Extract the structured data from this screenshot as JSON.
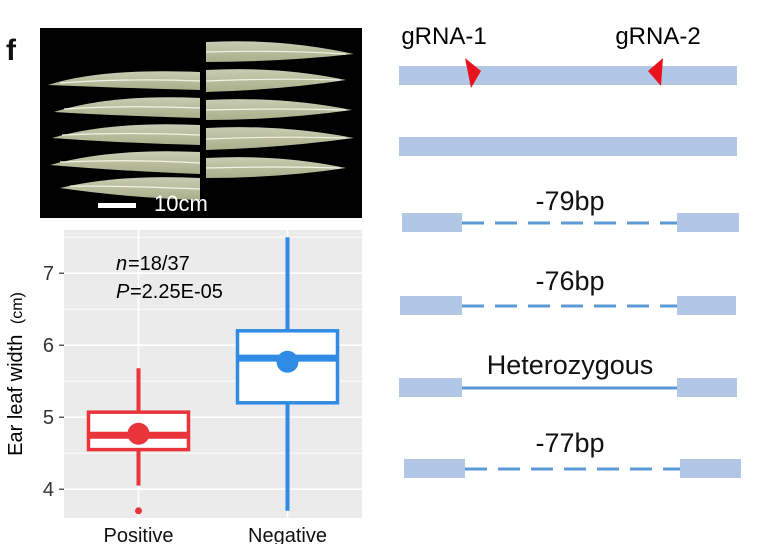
{
  "figure": {
    "panel_label": "f",
    "photo": {
      "scale_bar_label": "10cm"
    },
    "plot": {
      "ylabel_main": "Ear leaf width",
      "ylabel_unit": "(cm)",
      "annotation_n_label": "n",
      "annotation_n_value": "=18/37",
      "annotation_p_label": "P",
      "annotation_p_value": "=2.25E-05"
    },
    "diagram": {
      "grna1_label": "gRNA-1",
      "grna2_label": "gRNA-2",
      "alleles": [
        "",
        "-79bp",
        "-76bp",
        "Heterozygous",
        "-77bp"
      ]
    },
    "colors": {
      "positive": "#e8343a",
      "negative": "#2f8be3",
      "track": "#b2c6e6",
      "dash": "#5b9bd5",
      "grna_marker": "#e8131c",
      "panel_bg": "#ebebeb"
    }
  },
  "chart_data": {
    "type": "boxplot",
    "categories": [
      "Positive",
      "Negative"
    ],
    "ylabel": "Ear leaf width (cm)",
    "ylim": [
      3.6,
      7.6
    ],
    "yticks": [
      4,
      5,
      6,
      7
    ],
    "grid": true,
    "boxes": [
      {
        "name": "Positive",
        "whisker_low": 4.05,
        "q1": 4.55,
        "median": 4.75,
        "q3": 5.07,
        "whisker_high": 5.68,
        "mean": 4.77,
        "outliers": [
          3.7
        ]
      },
      {
        "name": "Negative",
        "whisker_low": 3.7,
        "q1": 5.2,
        "median": 5.82,
        "q3": 6.2,
        "whisker_high": 7.5,
        "mean": 5.77,
        "outliers": []
      }
    ],
    "annotations": [
      "n=18/37",
      "P=2.25E-05"
    ]
  }
}
